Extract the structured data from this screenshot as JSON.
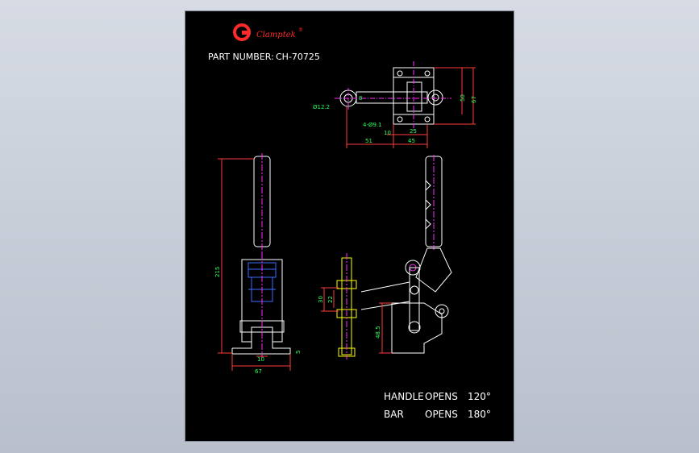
{
  "logo": {
    "text": "Clamptek",
    "mark": "®"
  },
  "part_number": {
    "label": "PART NUMBER:",
    "value": "CH-70725"
  },
  "specs": [
    {
      "name": "HANDLE",
      "verb": "OPENS",
      "angle": "120°"
    },
    {
      "name": "BAR",
      "verb": "OPENS",
      "angle": "180°"
    }
  ],
  "dimensions": {
    "top_view": {
      "hole_dia": "Ø12.2",
      "holes": "4-Ø9.1",
      "d10": "10",
      "d25": "25",
      "d51": "51",
      "d45": "45",
      "d50": "50",
      "d67": "67",
      "d8": "8"
    },
    "front_view": {
      "h215": "215",
      "w67": "67",
      "w10": "10",
      "t5": "5"
    },
    "side_view": {
      "s30": "30",
      "s22": "22",
      "h48_5": "48.5"
    }
  },
  "colors": {
    "background": "#000000",
    "outline": "#ffffff",
    "dimension": "#ff3a3a",
    "text_dim": "#2cff5a",
    "center": "#ff2aff",
    "hidden": "#3a6bff",
    "bolt": "#ffff00"
  }
}
